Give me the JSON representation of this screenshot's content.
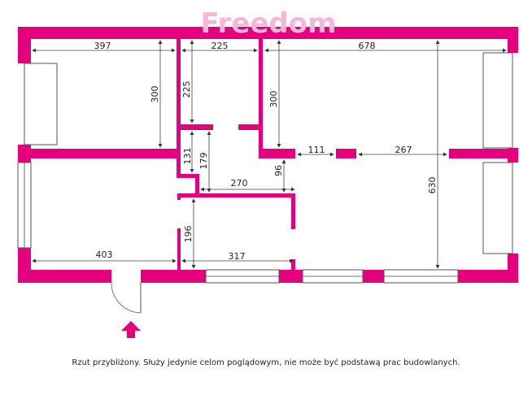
{
  "colors": {
    "wall": "#E5007D",
    "dimension": "#444444",
    "background": "#FFFFFF"
  },
  "watermark": "Freedom",
  "dimensions": {
    "d397": "397",
    "d225_top": "225",
    "d678": "678",
    "d300_left": "300",
    "d225_vert": "225",
    "d300_mid": "300",
    "d630": "630",
    "d111": "111",
    "d267": "267",
    "d131": "131",
    "d179": "179",
    "d96": "96",
    "d270": "270",
    "d196": "196",
    "d403": "403",
    "d317": "317"
  },
  "entrance_icon": "arrow-up-icon",
  "footnote": "Rzut przybliżony. Służy jedynie celom poglądowym, nie może być podstawą prac budowlanych."
}
